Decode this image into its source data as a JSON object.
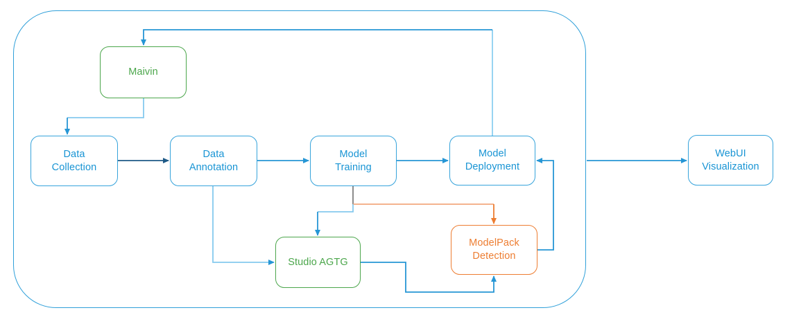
{
  "diagram": {
    "type": "flowchart",
    "background": "#FFFFFF",
    "description": "ML pipeline flow diagram with an outer rounded boundary and an external WebUI node"
  },
  "nodes": {
    "maivin": {
      "line1": "Maivin",
      "color": "green"
    },
    "data_collection": {
      "line1": "Data",
      "line2": "Collection",
      "color": "blue"
    },
    "data_annotation": {
      "line1": "Data",
      "line2": "Annotation",
      "color": "blue"
    },
    "model_training": {
      "line1": "Model",
      "line2": "Training",
      "color": "blue"
    },
    "model_deployment": {
      "line1": "Model",
      "line2": "Deployment",
      "color": "blue"
    },
    "studio_agtg": {
      "line1": "Studio AGTG",
      "color": "green"
    },
    "modelpack_detection": {
      "line1": "ModelPack",
      "line2": "Detection",
      "color": "orange"
    },
    "webui_visualization": {
      "line1": "WebUI",
      "line2": "Visualization",
      "color": "blue"
    }
  },
  "edges": [
    {
      "from": "maivin",
      "to": "data_collection",
      "color": "lightblue"
    },
    {
      "from": "data_collection",
      "to": "data_annotation",
      "color": "navy"
    },
    {
      "from": "data_annotation",
      "to": "model_training",
      "color": "blue"
    },
    {
      "from": "model_training",
      "to": "model_deployment",
      "color": "blue"
    },
    {
      "from": "model_deployment",
      "to": "maivin",
      "color": "blue"
    },
    {
      "from": "data_annotation",
      "to": "studio_agtg",
      "color": "lightblue"
    },
    {
      "from": "model_training",
      "to": "studio_agtg",
      "color": "lightblue"
    },
    {
      "from": "model_training",
      "to": "modelpack_detection",
      "color": "orange"
    },
    {
      "from": "studio_agtg",
      "to": "modelpack_detection",
      "color": "blue"
    },
    {
      "from": "modelpack_detection",
      "to": "model_deployment",
      "color": "blue"
    },
    {
      "from": "pipeline_boundary",
      "to": "webui_visualization",
      "color": "blue"
    }
  ],
  "colors": {
    "blue": "#2696D5",
    "lightblue": "#85CAEE",
    "navy": "#1E5A87",
    "green": "#4BA64B",
    "orange": "#ED7D31",
    "lightorange": "#F2A87E",
    "gray": "#7F7F7F",
    "boundary_border": "#2E9FD9",
    "node_text_blue": "#1894D4"
  }
}
